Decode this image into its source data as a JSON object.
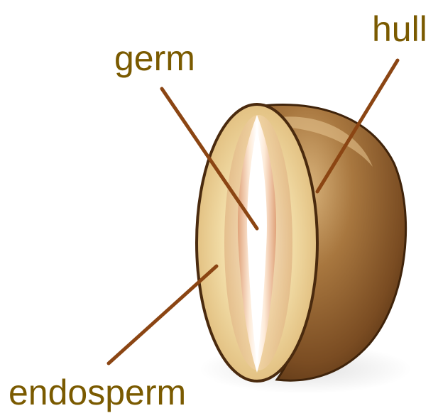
{
  "labels": {
    "germ": "germ",
    "hull": "hull",
    "endosperm": "endosperm"
  },
  "colors": {
    "label_text": "#7a5a00",
    "leader_line": "#8b4513",
    "hull_dark": "#4a2a0e",
    "hull_mid": "#8a5a2a",
    "hull_light": "#c49a62",
    "endosperm_light": "#f6e7bd",
    "endosperm_mid": "#e6c88e",
    "germ_core": "#ffffff"
  }
}
